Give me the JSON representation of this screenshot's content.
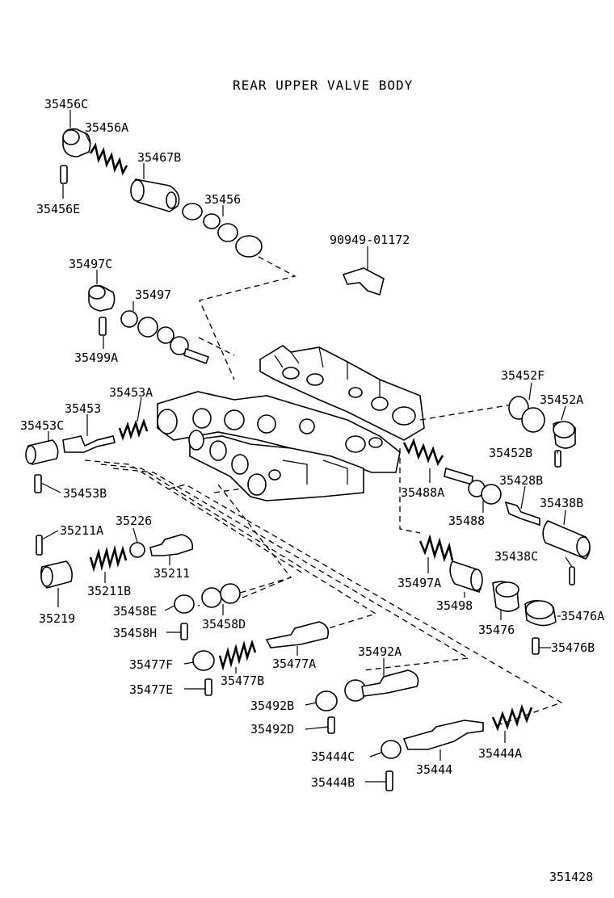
{
  "title": "REAR UPPER VALVE BODY",
  "figure_id": "351428",
  "parts": {
    "p35456C": "35456C",
    "p35456A": "35456A",
    "p35467B": "35467B",
    "p35456E": "35456E",
    "p35456": "35456",
    "p90949": "90949-01172",
    "p35497C": "35497C",
    "p35497": "35497",
    "p35499A": "35499A",
    "p35453A": "35453A",
    "p35453": "35453",
    "p35453C": "35453C",
    "p35453B": "35453B",
    "p35452F": "35452F",
    "p35452A": "35452A",
    "p35452B": "35452B",
    "p35428B": "35428B",
    "p35488A": "35488A",
    "p35488": "35488",
    "p35438B": "35438B",
    "p35438C": "35438C",
    "p35211A": "35211A",
    "p35226": "35226",
    "p35211B": "35211B",
    "p35211": "35211",
    "p35219": "35219",
    "p35458E": "35458E",
    "p35458D": "35458D",
    "p35458H": "35458H",
    "p35497A": "35497A",
    "p35498": "35498",
    "p35476": "35476",
    "p35476A": "35476A",
    "p35476B": "35476B",
    "p35477F": "35477F",
    "p35477B": "35477B",
    "p35477A": "35477A",
    "p35477E": "35477E",
    "p35492A": "35492A",
    "p35492B": "35492B",
    "p35492D": "35492D",
    "p35444C": "35444C",
    "p35444": "35444",
    "p35444A": "35444A",
    "p35444B": "35444B"
  }
}
